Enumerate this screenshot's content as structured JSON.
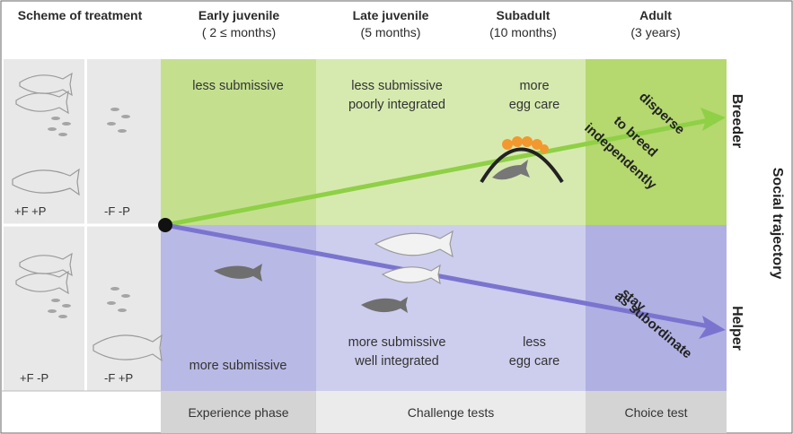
{
  "headers": {
    "scheme": "Scheme of treatment",
    "early": {
      "title": "Early juvenile",
      "sub": "( 2 ≤ months)"
    },
    "late": {
      "title": "Late juvenile",
      "sub": "(5 months)"
    },
    "subadult": {
      "title": "Subadult",
      "sub": "(10 months)"
    },
    "adult": {
      "title": "Adult",
      "sub": "(3 years)"
    }
  },
  "treatments": {
    "top_left": "+F  +P",
    "top_right": "-F  -P",
    "bottom_left": "+F  -P",
    "bottom_right": "-F  +P"
  },
  "breeder_row": {
    "early": "less submissive",
    "late": [
      "less submissive",
      "poorly integrated"
    ],
    "subadult": [
      "more",
      "egg care"
    ],
    "adult_arrow": [
      "disperse",
      "to breed",
      "independently"
    ]
  },
  "helper_row": {
    "early": "more submissive",
    "late": [
      "more submissive",
      "well integrated"
    ],
    "subadult": [
      "less",
      "egg care"
    ],
    "adult_arrow": [
      "stay",
      "as subordinate"
    ]
  },
  "outcomes": {
    "breeder": "Breeder",
    "helper": "Helper"
  },
  "side_label": "Social trajectory",
  "phases": {
    "experience": "Experience phase",
    "challenge": "Challenge tests",
    "choice": "Choice test"
  },
  "colors": {
    "breeder_bg": "#c4e08f",
    "breeder_bg_strong": "#a9d35c",
    "helper_bg": "#c4c4ea",
    "helper_bg_strong": "#a6a6df",
    "breeder_arrow": "#8fd046",
    "helper_arrow": "#7b74cf",
    "grey_panel": "#e6e6e6"
  }
}
